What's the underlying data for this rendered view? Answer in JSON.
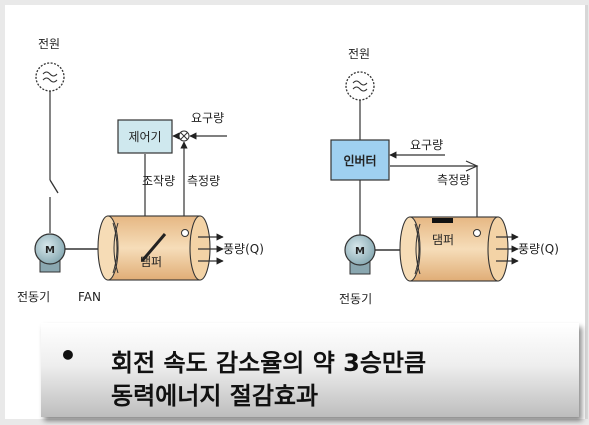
{
  "left_diagram": {
    "power_label": "전원",
    "controller_label": "제어기",
    "demand_label": "요구량",
    "manipulated_label": "조작량",
    "measured_label": "측정량",
    "damper_label": "댐퍼",
    "airflow_label": "풍량(Q)",
    "motor_symbol": "M",
    "motor_label": "전동기",
    "fan_label": "FAN"
  },
  "right_diagram": {
    "power_label": "전원",
    "inverter_label": "인버터",
    "demand_label": "요구량",
    "measured_label": "측정량",
    "damper_label": "댐퍼",
    "airflow_label": "풍량(Q)",
    "motor_symbol": "M",
    "motor_label": "전동기"
  },
  "callout": {
    "bullet": "•",
    "line1": "회전 속도 감소율의 약 3승만큼",
    "line2": "동력에너지 절감효과"
  },
  "colors": {
    "controller_fill": "#cfe8ee",
    "inverter_fill": "#9fd0f0",
    "duct_fill": "#f1cfa3",
    "motor_fill": "#a9c4cc"
  }
}
